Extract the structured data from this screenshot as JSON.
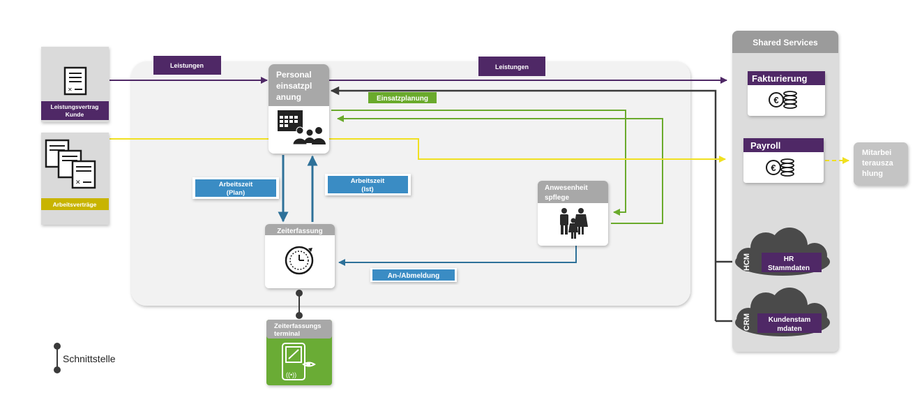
{
  "shared_services": {
    "title": "Shared Services",
    "fakturierung": "Fakturierung",
    "payroll": "Payroll",
    "hr_stammdaten": [
      "HR",
      "Stammdaten"
    ],
    "hcm_tag": "HCM",
    "kundenstammdaten": [
      "Kundenstam",
      "mdaten"
    ],
    "crm_tag": "CRM"
  },
  "left_docs": {
    "leistungsvertrag": [
      "Leistungsvertrag",
      "Kunde"
    ],
    "arbeitsvertraege": "Arbeitsverträge"
  },
  "nodes": {
    "personaleinsatzplanung": [
      "Personal",
      "einsatzpl",
      "anung"
    ],
    "zeiterfassung": "Zeiterfassung",
    "anwesenheitspflege": [
      "Anwesenheit",
      "spflege"
    ],
    "zeiterfassungsterminal": [
      "Zeiterfassungs",
      "terminal"
    ],
    "mitarbeiterauszahlung": [
      "Mitarbei",
      "terausza",
      "hlung"
    ]
  },
  "flow_labels": {
    "leistungen_left": "Leistungen",
    "leistungen_right": "Leistungen",
    "einsatzplanung": "Einsatzplanung",
    "arbeitszeit_plan": [
      "Arbeitszeit",
      "(Plan)"
    ],
    "arbeitszeit_ist": [
      "Arbeitszeit",
      "(Ist)"
    ],
    "an_abmeldung": "An-/Abmeldung"
  },
  "legend": {
    "schnittstelle": "Schnittstelle"
  },
  "colors": {
    "purple": "#4f2866",
    "green": "#6aaa2c",
    "blue": "#2e7199",
    "label_blue": "#3a8cc4",
    "yellow": "#f0e020",
    "olive_label": "#c8b400",
    "dark": "#3a3a3a",
    "gray_header": "#a8a8a8",
    "terminal_green": "#6aac35"
  }
}
